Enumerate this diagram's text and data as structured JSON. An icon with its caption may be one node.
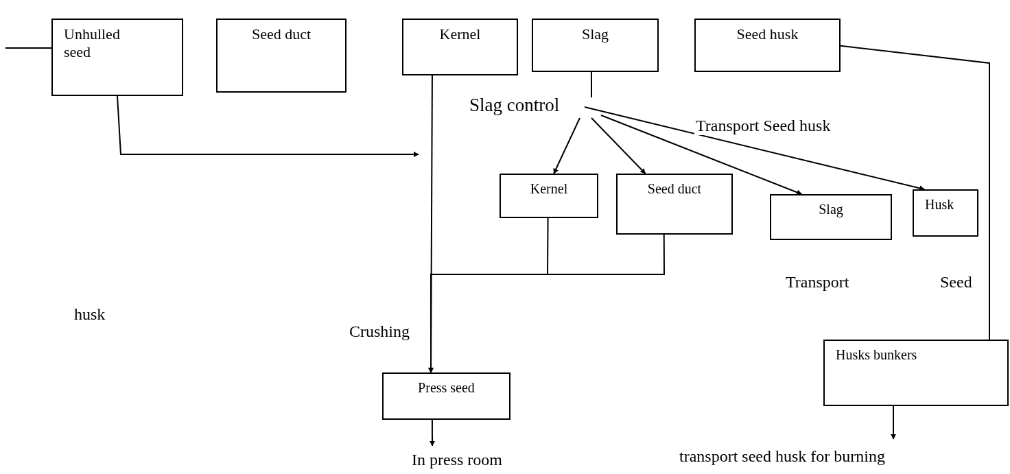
{
  "diagram": {
    "nodes": [
      {
        "text": [
          "Unhulled seed"
        ]
      },
      {
        "text": [
          "Seed duct"
        ]
      },
      {
        "text": [
          "Kernel"
        ]
      },
      {
        "text": [
          "Slag"
        ]
      },
      {
        "text": [
          "Seed husk"
        ]
      },
      {
        "text": [
          "Slag control"
        ]
      },
      {
        "text": [
          "Kernel"
        ]
      },
      {
        "text": [
          "Seed duct"
        ]
      },
      {
        "text": [
          "Slag"
        ]
      },
      {
        "text": [
          "Husk"
        ]
      },
      {
        "text": [
          "Press seed"
        ]
      },
      {
        "text": [
          "In press room"
        ]
      },
      {
        "text": [
          "Husks bunkers"
        ]
      },
      {
        "text": [
          "transport seed husk for burning"
        ]
      }
    ],
    "edges": [
      {
        "from": null,
        "to": 0,
        "arrow": "none"
      },
      {
        "from": 0,
        "to": null,
        "arrow": "to"
      },
      {
        "from": 2,
        "to": 10,
        "arrow": "to",
        "label": "Crushing"
      },
      {
        "from": 3,
        "to": 5,
        "arrow": "none"
      },
      {
        "from": 5,
        "to": 6,
        "arrow": "to"
      },
      {
        "from": 5,
        "to": 7,
        "arrow": "to"
      },
      {
        "from": 5,
        "to": 8,
        "arrow": "to"
      },
      {
        "from": 5,
        "to": 9,
        "arrow": "to",
        "label": "Transport Seed husk"
      },
      {
        "from": 6,
        "to": 10,
        "arrow": "to"
      },
      {
        "from": 7,
        "to": 10,
        "arrow": "to"
      },
      {
        "from": 4,
        "to": 12,
        "arrow": "none"
      },
      {
        "from": 12,
        "to": 13,
        "arrow": "to"
      },
      {
        "from": 10,
        "to": 11,
        "arrow": "to"
      }
    ],
    "labels": [
      "husk",
      "Transport",
      "Seed"
    ]
  }
}
